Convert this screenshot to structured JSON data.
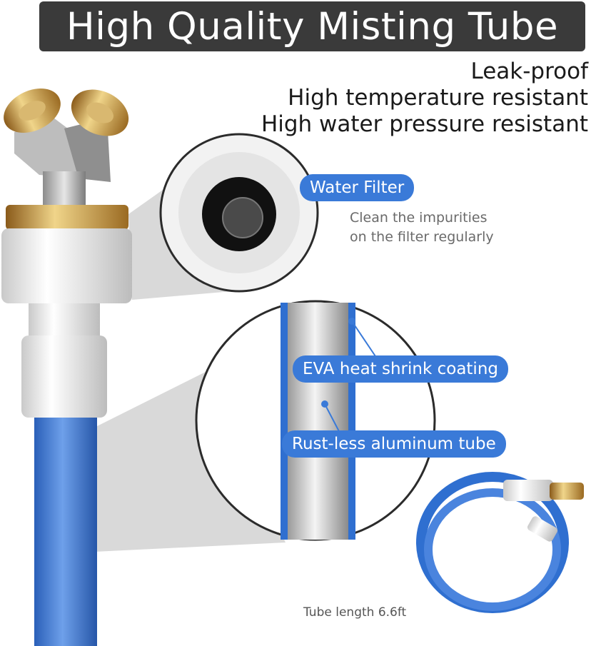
{
  "title": "High Quality Misting Tube",
  "features": [
    "Leak-proof",
    "High temperature resistant",
    "High water pressure resistant"
  ],
  "filter": {
    "label": "Water Filter",
    "note_line1": "Clean the impurities",
    "note_line2": "on the filter regularly"
  },
  "tube_layers": {
    "coating_label": "EVA heat shrink coating",
    "core_label": "Rust-less aluminum tube"
  },
  "length_caption": "Tube length 6.6ft",
  "colors": {
    "accent": "#3a7ad8",
    "title_bg": "#3a3a3a",
    "tube_blue": "#2f6fd0",
    "brass": "#c8963a"
  }
}
